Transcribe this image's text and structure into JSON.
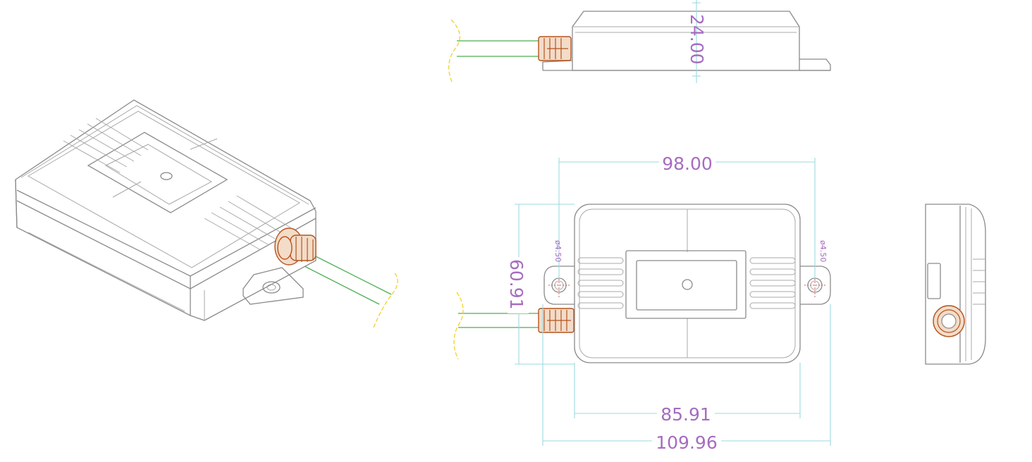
{
  "dimensions": {
    "height": "24.00",
    "top_width": "98.00",
    "depth": "60.91",
    "body_width": "85.91",
    "overall_width": "109.96",
    "hole_left": "ø4.50",
    "hole_right": "ø4.50"
  },
  "colors": {
    "body_outline": "#8a8a8a",
    "cable": "#4caf50",
    "cable_break": "#f2d12a",
    "cable_gland": "#b4531f",
    "dimension_line": "#9dd9e0",
    "dimension_text": "#a66cc0"
  }
}
